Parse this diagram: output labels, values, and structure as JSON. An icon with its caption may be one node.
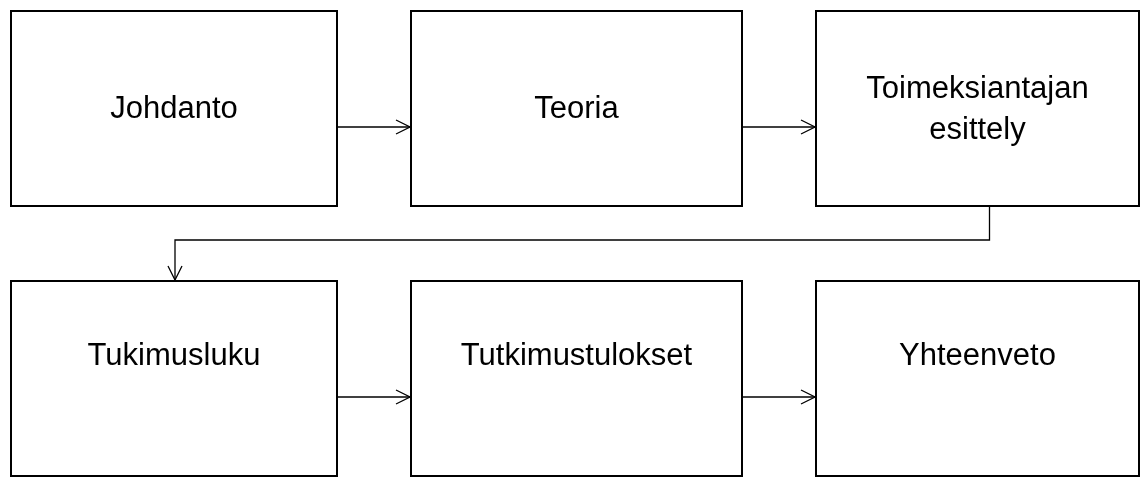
{
  "diagram": {
    "nodes": [
      {
        "text": [
          "Johdanto"
        ]
      },
      {
        "text": [
          "Teoria"
        ]
      },
      {
        "text": [
          "Toimeksiantajan esittely"
        ]
      },
      {
        "text": [
          "Tukimusluku"
        ]
      },
      {
        "text": [
          "Tutkimustulokset"
        ]
      },
      {
        "text": [
          "Yhteenveto"
        ]
      }
    ],
    "edges": [
      {
        "from": 0,
        "to": 1,
        "arrow": "to"
      },
      {
        "from": 1,
        "to": 2,
        "arrow": "to"
      },
      {
        "from": 2,
        "to": 3,
        "arrow": "to"
      },
      {
        "from": 3,
        "to": 4,
        "arrow": "to"
      },
      {
        "from": 4,
        "to": 5,
        "arrow": "to"
      }
    ]
  }
}
